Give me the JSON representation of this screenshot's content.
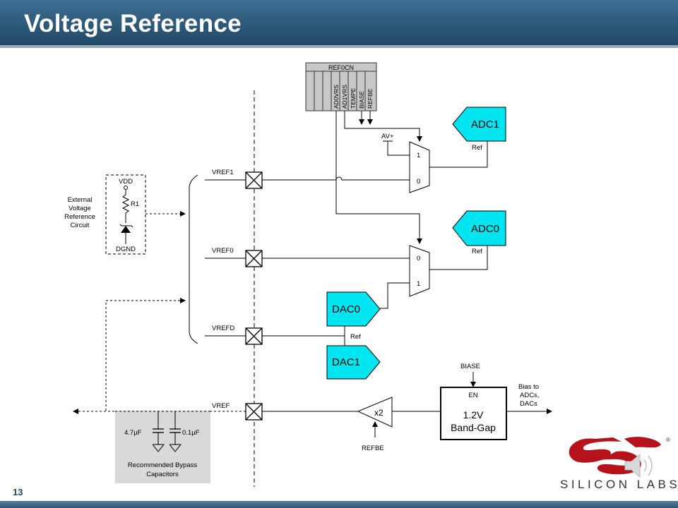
{
  "slide": {
    "title": "Voltage Reference",
    "page_number": "13"
  },
  "register": {
    "name": "REF0CN",
    "bits": [
      "AD0VRS",
      "AD1VRS",
      "TEMPE",
      "BIASE",
      "REFBE"
    ]
  },
  "external_circuit": {
    "label_lines": [
      "External",
      "Voltage",
      "Reference",
      "Circuit"
    ],
    "vdd": "VDD",
    "r1": "R1",
    "dgnd": "DGND"
  },
  "pins": {
    "vref1": "VREF1",
    "vref0": "VREF0",
    "vrefd": "VREFD",
    "vref": "VREF"
  },
  "mux_top": {
    "in1": "1",
    "in0": "0",
    "avplus": "AV+"
  },
  "mux_bottom": {
    "in0": "0",
    "in1": "1"
  },
  "adc1": {
    "label": "ADC1",
    "ref": "Ref"
  },
  "adc0": {
    "label": "ADC0",
    "ref": "Ref"
  },
  "dac0": {
    "label": "DAC0"
  },
  "dac1": {
    "label": "DAC1"
  },
  "dac_ref": "Ref",
  "buffer": {
    "label": "x2",
    "refbe": "REFBE"
  },
  "bandgap": {
    "en": "EN",
    "line1": "1.2V",
    "line2": "Band-Gap",
    "biase": "BIASE"
  },
  "bias_out": [
    "Bias to",
    "ADCs,",
    "DACs"
  ],
  "bypass": {
    "cap1": "4.7µF",
    "cap2": "0.1µF",
    "label_lines": [
      "Recommended Bypass",
      "Capacitors"
    ]
  },
  "logo": {
    "text": "SILICON LABS"
  },
  "colors": {
    "header": "#2c5878",
    "block_fill": "#00e5f0",
    "register_fill": "#c8c8c8",
    "bypass_fill": "#d9d9d9",
    "logo_red": "#b5121b"
  }
}
